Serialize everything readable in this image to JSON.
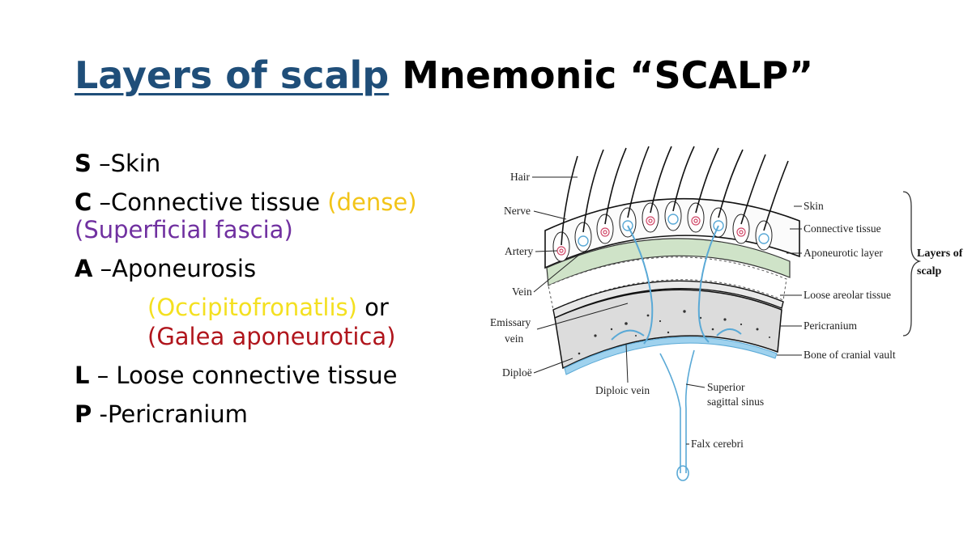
{
  "title": {
    "part1": "Layers of scalp",
    "part2": "Mnemonic “SCALP”"
  },
  "mnemonic": {
    "s_letter": "S",
    "s_text": "–Skin",
    "c_letter": "C",
    "c_text": "–Connective tissue ",
    "c_note": "(dense)",
    "c_note2": "(Superficial fascia)",
    "a_letter": "A",
    "a_text": "–Aponeurosis",
    "a_note1": "(Occipitofronatlis)",
    "a_or": " or",
    "a_note2": "(Galea aponeurotica)",
    "l_letter": "L",
    "l_text": " – Loose connective tissue",
    "p_letter": "P",
    "p_text": " -Pericranium"
  },
  "diagram": {
    "left_labels": [
      "Hair",
      "Nerve",
      "Artery",
      "Vein",
      "Emissary",
      "vein",
      "Diploë"
    ],
    "right_labels": [
      "Skin",
      "Connective tissue",
      "Aponeurotic layer",
      "Loose areolar tissue",
      "Pericranium",
      "Bone of cranial vault"
    ],
    "brace_label_1": "Layers of",
    "brace_label_2": "scalp",
    "bottom_labels": [
      "Diploic vein",
      "Superior",
      "sagittal sinus",
      "Falx cerebri"
    ]
  },
  "colors": {
    "title_blue": "#1f4e79",
    "dense_yellow": "#f2c418",
    "fascia_purple": "#7030a0",
    "galea_red": "#b0151c",
    "aponeurotic_green": "#cfe3c8",
    "vessel_blue": "#5aa9d6"
  }
}
